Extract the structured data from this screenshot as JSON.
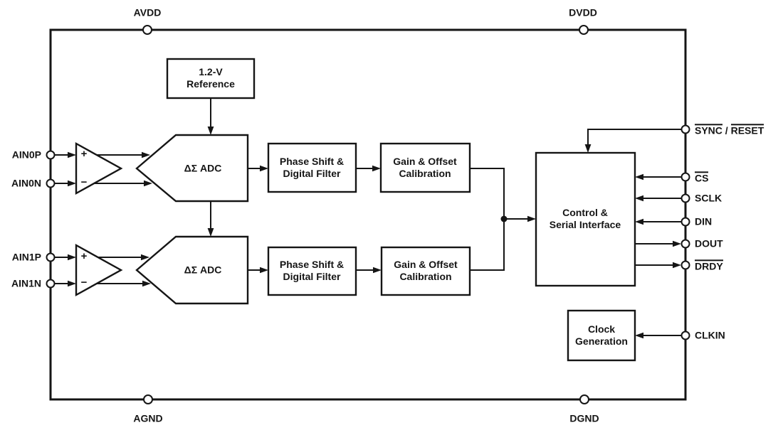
{
  "colors": {
    "ink": "#151515",
    "background": "#ffffff"
  },
  "chip": {
    "power_pins": {
      "avdd": "AVDD",
      "dvdd": "DVDD",
      "agnd": "AGND",
      "dgnd": "DGND"
    },
    "analog_input_pins": {
      "ain0p": "AIN0P",
      "ain0n": "AIN0N",
      "ain1p": "AIN1P",
      "ain1n": "AIN1N"
    },
    "digital_pins": {
      "sync_reset": {
        "part1": "SYNC",
        "separator": " / ",
        "part2": "RESET",
        "overline": true
      },
      "cs": {
        "label": "CS",
        "overline": true
      },
      "sclk": {
        "label": "SCLK",
        "overline": false
      },
      "din": {
        "label": "DIN",
        "overline": false
      },
      "dout": {
        "label": "DOUT",
        "overline": false
      },
      "drdy": {
        "label": "DRDY",
        "overline": true
      },
      "clkin": {
        "label": "CLKIN",
        "overline": false
      }
    },
    "blocks": {
      "reference": {
        "line1": "1.2-V",
        "line2": "Reference"
      },
      "adc0": {
        "label": "ΔΣ ADC"
      },
      "adc1": {
        "label": "ΔΣ ADC"
      },
      "phase0": {
        "line1": "Phase Shift &",
        "line2": "Digital Filter"
      },
      "phase1": {
        "line1": "Phase Shift &",
        "line2": "Digital Filter"
      },
      "gain0": {
        "line1": "Gain & Offset",
        "line2": "Calibration"
      },
      "gain1": {
        "line1": "Gain & Offset",
        "line2": "Calibration"
      },
      "control": {
        "line1": "Control &",
        "line2": "Serial Interface"
      },
      "clock": {
        "line1": "Clock",
        "line2": "Generation"
      }
    },
    "opamp": {
      "plus": "+",
      "minus": "−"
    }
  }
}
